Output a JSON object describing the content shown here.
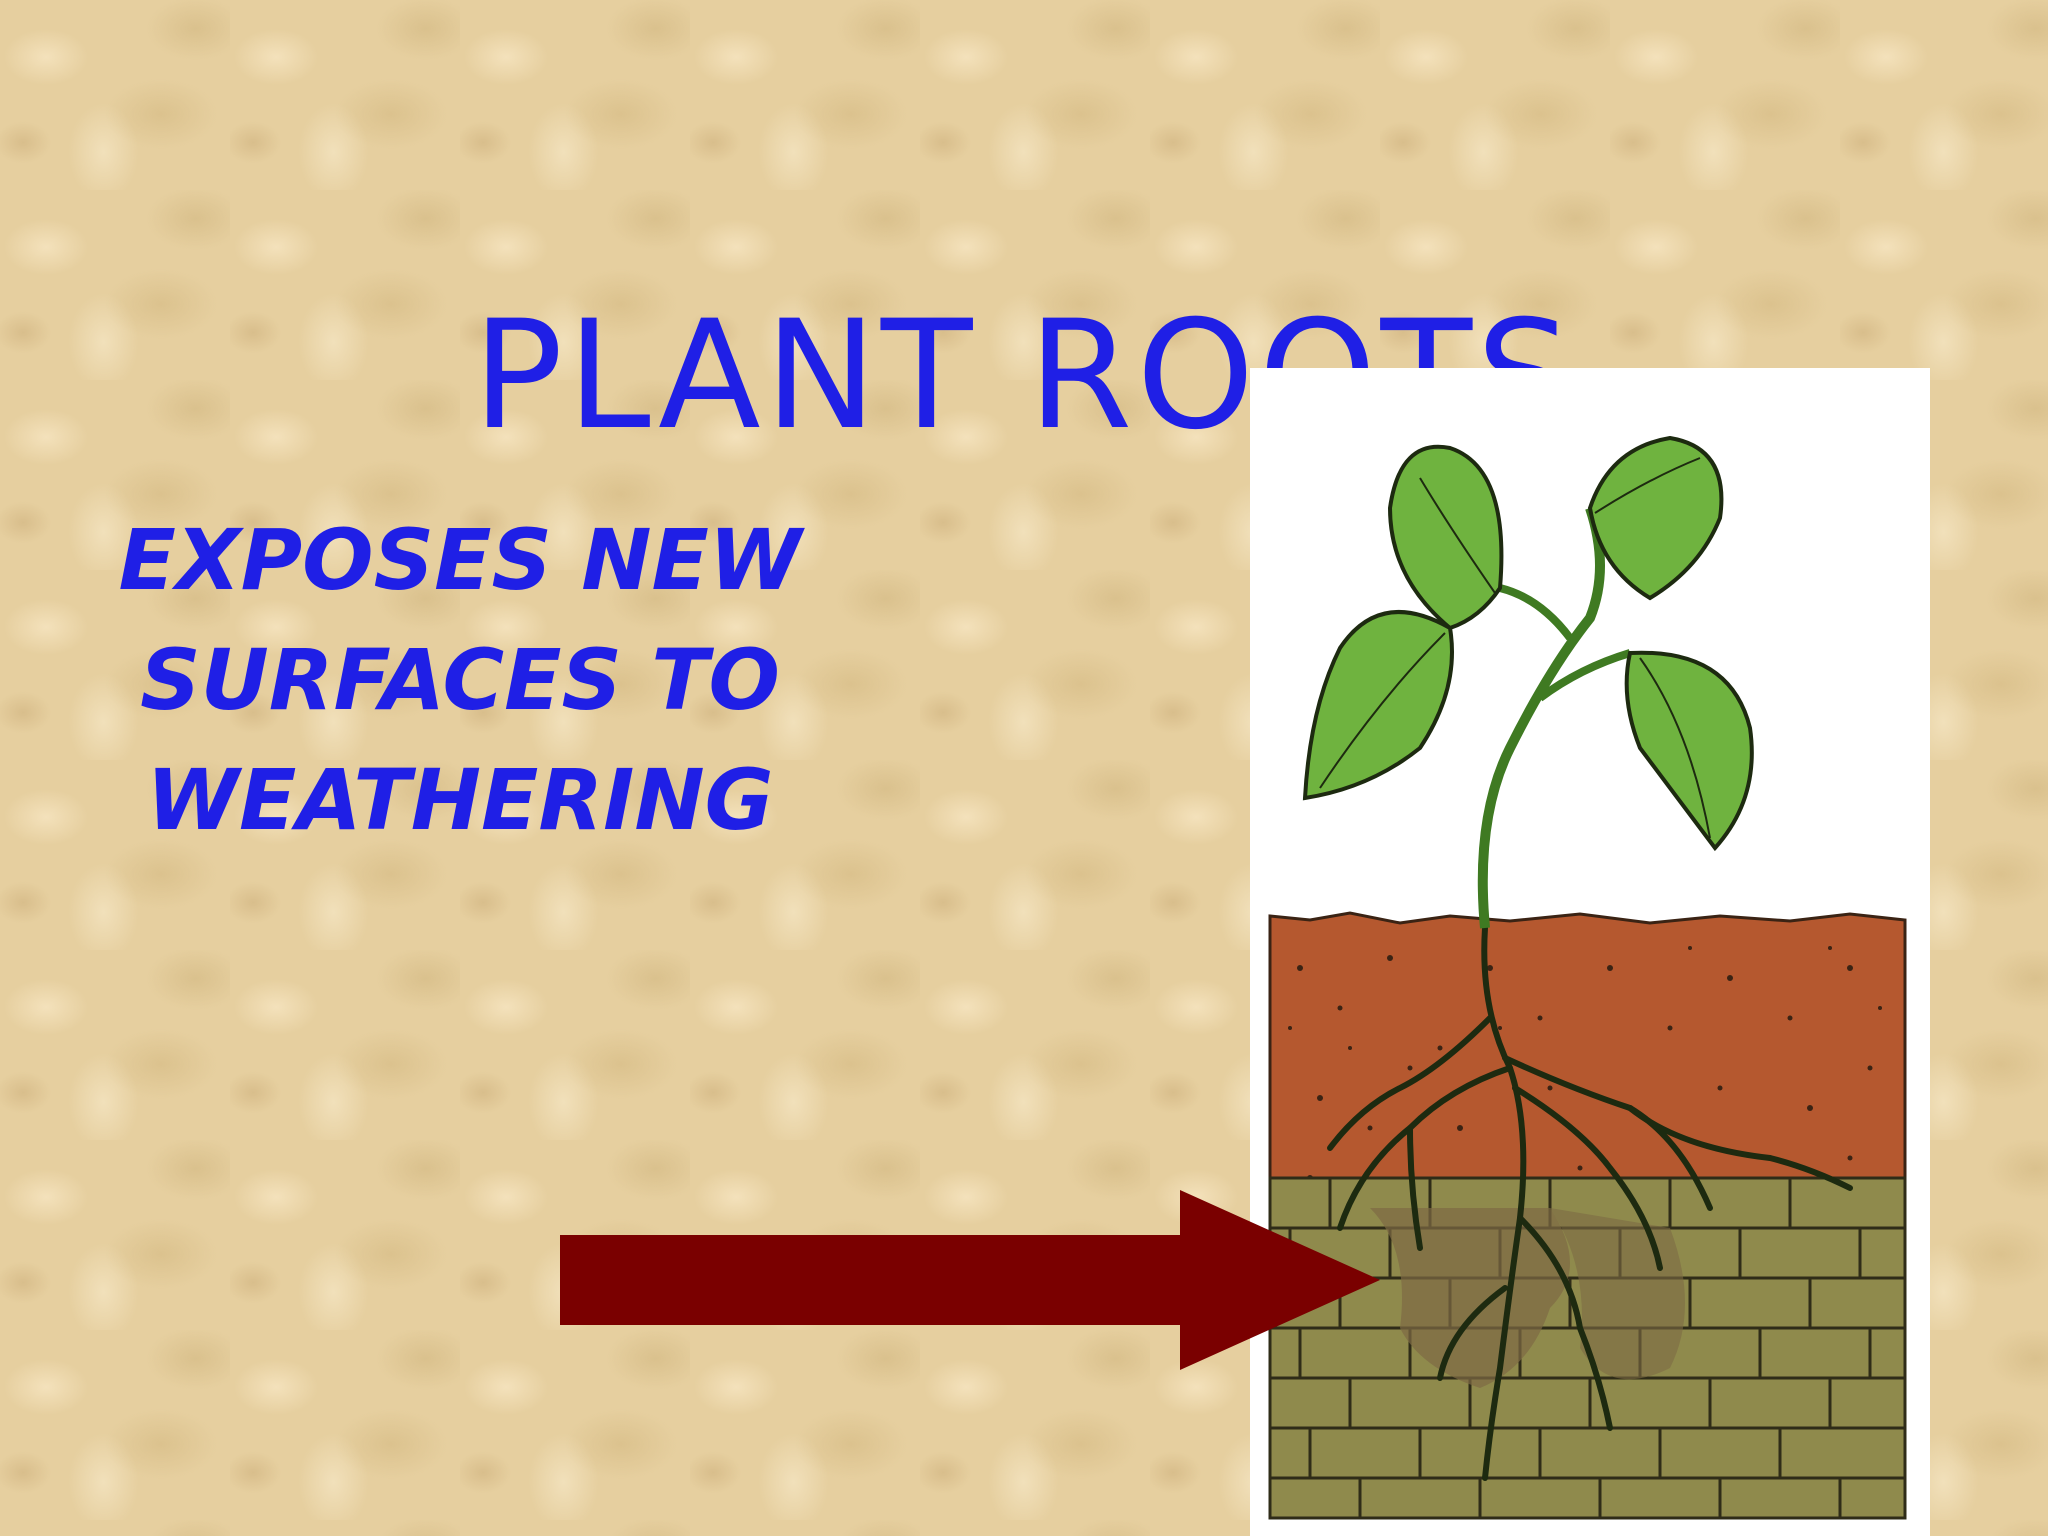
{
  "slide": {
    "title": "PLANT ROOTS",
    "bullet_lines": [
      "EXPOSES NEW",
      "SURFACES TO",
      "WEATHERING"
    ]
  },
  "illustration": {
    "subject": "plant with roots growing down through soil into cracked bedrock",
    "icon": "plant-roots-illustration"
  },
  "arrow": {
    "icon": "right-arrow-icon",
    "color": "#7a0000"
  },
  "colors": {
    "text": "#1f1fe6",
    "background": "#e6cf9f",
    "soil": "#b5582f",
    "rock": "#8f8a4c",
    "leaf": "#6fb33f"
  }
}
